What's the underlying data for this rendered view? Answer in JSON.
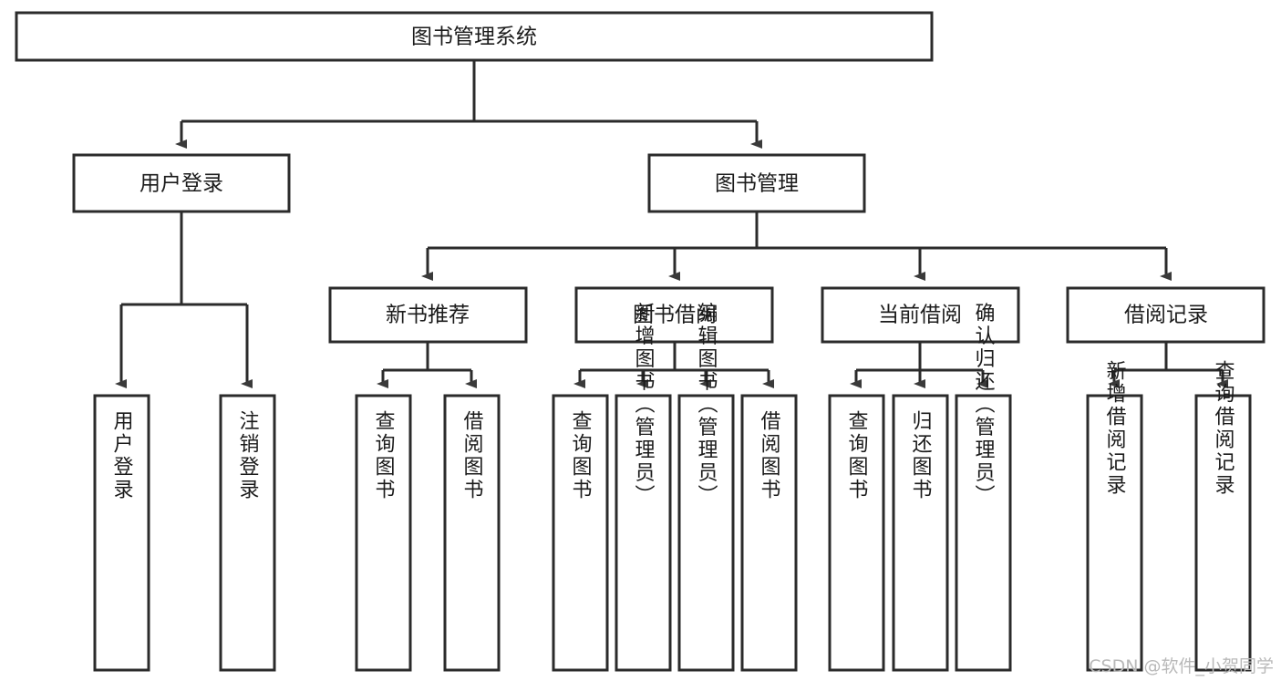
{
  "diagram": {
    "title": "图书管理系统",
    "type": "tree-hierarchy-diagram",
    "colors": {
      "box_border": "#2b2b2b",
      "box_fill": "#ffffff",
      "connector": "#2b2b2b",
      "arrow": "#3a3a3a",
      "text": "#1b1b1b",
      "watermark": "#b9b9b9",
      "background": "#ffffff"
    },
    "root": {
      "label": "图书管理系统"
    },
    "level2": [
      {
        "label": "用户登录"
      },
      {
        "label": "图书管理"
      }
    ],
    "level3": [
      {
        "label": "新书推荐"
      },
      {
        "label": "图书借阅"
      },
      {
        "label": "当前借阅"
      },
      {
        "label": "借阅记录"
      }
    ],
    "leaves": {
      "user_login": [
        {
          "label": "用户登录"
        },
        {
          "label": "注销登录"
        }
      ],
      "new_book_recommend": [
        {
          "label": "查询图书"
        },
        {
          "label": "借阅图书"
        }
      ],
      "book_borrow": [
        {
          "label": "查询图书"
        },
        {
          "label": "新增图书（管理员）"
        },
        {
          "label": "编辑图书（管理员）"
        },
        {
          "label": "借阅图书"
        }
      ],
      "current_borrow": [
        {
          "label": "查询图书"
        },
        {
          "label": "归还图书"
        },
        {
          "label": "确认归还（管理员）"
        }
      ],
      "borrow_record": [
        {
          "label": "新增借阅记录"
        },
        {
          "label": "查询借阅记录"
        }
      ]
    },
    "watermark": "CSDN @软件_小贺同学"
  }
}
